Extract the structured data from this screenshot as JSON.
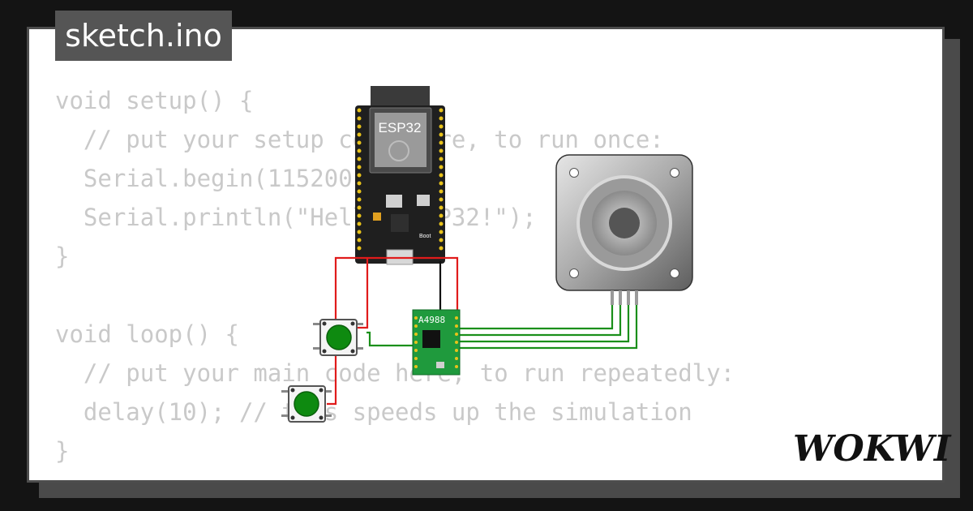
{
  "tab": {
    "filename": "sketch.ino"
  },
  "code_lines": [
    "void setup() {",
    "  // put your setup code here, to run once:",
    "  Serial.begin(115200);",
    "  Serial.println(\"Hello, ESP32!\");",
    "}",
    "",
    "void loop() {",
    "  // put your main code here, to run repeatedly:",
    "  delay(10); // this speeds up the simulation",
    "}"
  ],
  "diagram": {
    "esp32_label": "ESP32",
    "boot_label": "Boot",
    "driver_label": "A4988"
  },
  "brand": {
    "logo_text": "WOKWI"
  },
  "colors": {
    "wire_red": "#e01b1b",
    "wire_green": "#1a8f1a",
    "wire_black": "#111111",
    "board_dark": "#1f1f1f",
    "driver_green": "#1f9a3d",
    "button_green": "#0e8a10",
    "code_text": "#c9c9c9",
    "tab_bg": "#555555"
  }
}
